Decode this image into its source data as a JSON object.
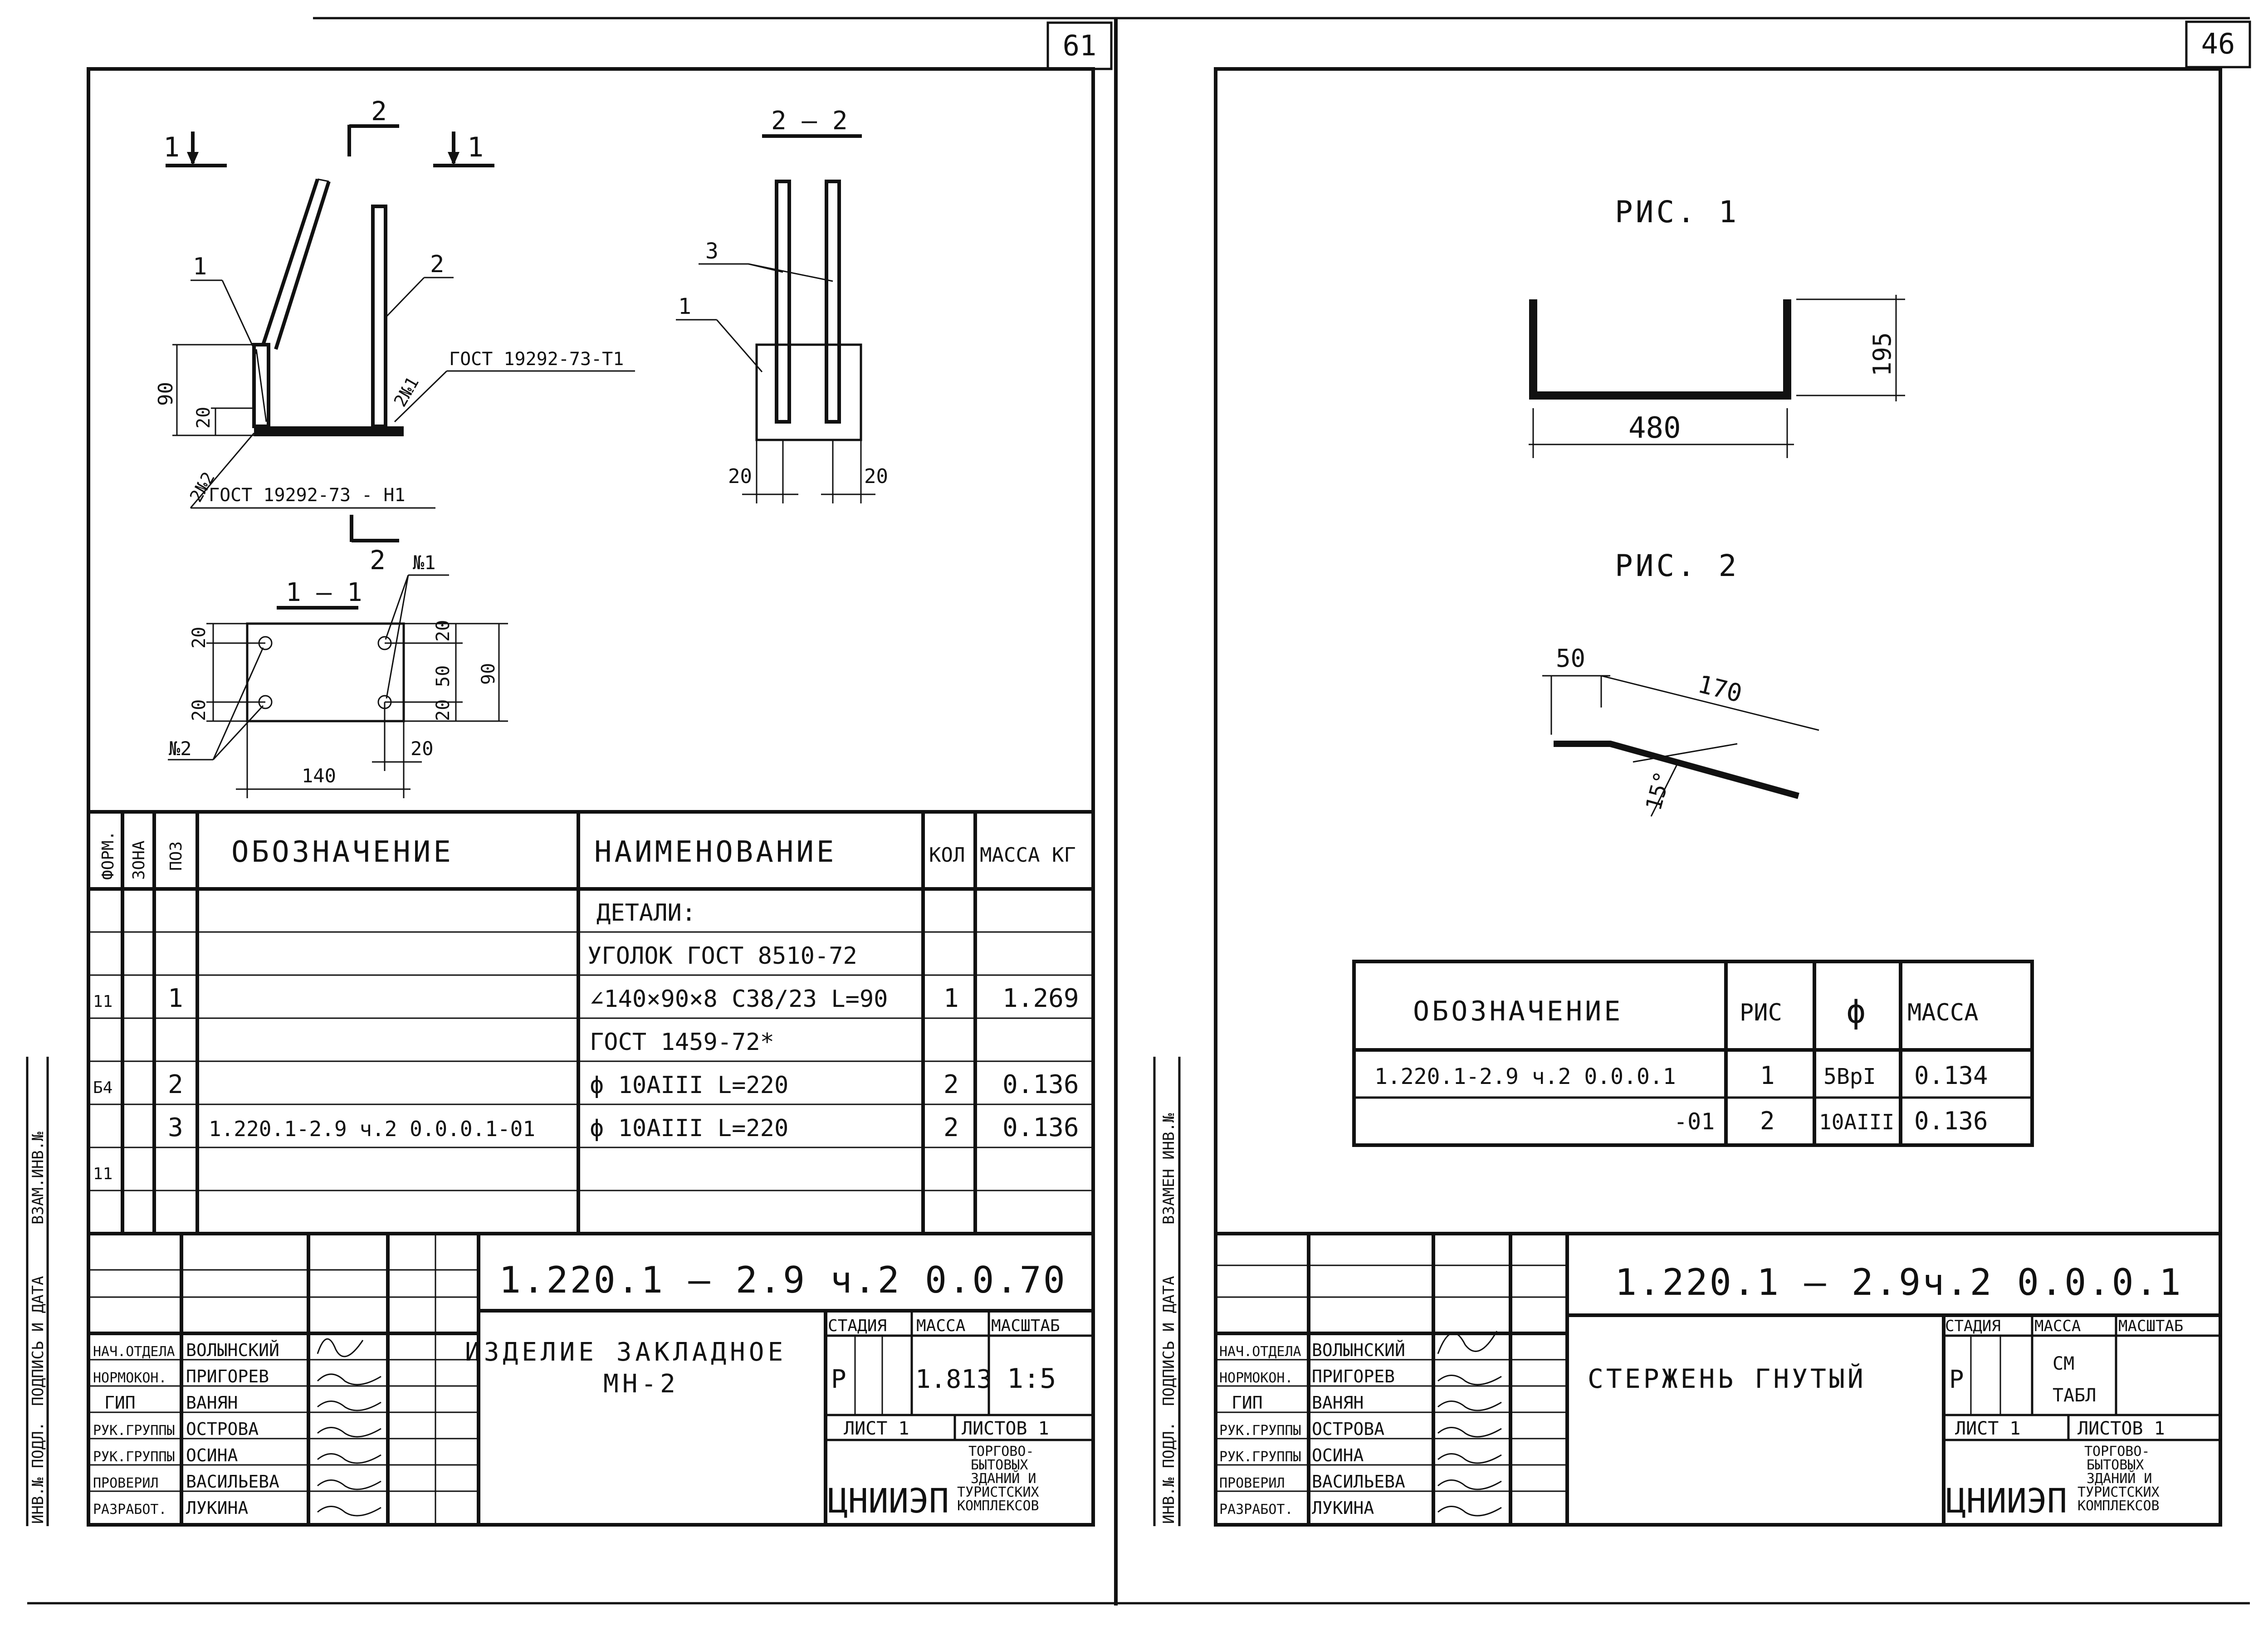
{
  "left_sheet": {
    "sheet_number": "61",
    "section_labels": {
      "cut1_left": "1",
      "cut1_right": "1",
      "cut2_top": "2",
      "cut2_bottom": "2",
      "view_2_2": "2 — 2",
      "view_1_1": "1 — 1"
    },
    "elevation": {
      "pos1": "1",
      "pos2": "2",
      "gost_t1": "ГОСТ 19292-73-Т1",
      "gost_h1": "ГОСТ 19292-73 - Н1",
      "weld1": "2№1",
      "weld2": "2№2",
      "dim_90": "90",
      "dim_20": "20"
    },
    "view_2_2_labels": {
      "pos3": "3",
      "pos1": "1",
      "dim_left": "20",
      "dim_right": "20"
    },
    "view_1_1_labels": {
      "n1": "№1",
      "n2": "№2",
      "dim_20a": "20",
      "dim_20b": "20",
      "dim_20c": "20",
      "dim_50": "50",
      "dim_20d": "20",
      "dim_90": "90",
      "dim_140": "140",
      "dim_20e": "20"
    },
    "spec_table": {
      "headers": {
        "format": "ФОРМ.",
        "zone": "ЗОНА",
        "pos": "ПОЗ",
        "designation": "ОБОЗНАЧЕНИЕ",
        "name": "НАИМЕНОВАНИЕ",
        "qty": "КОЛ",
        "mass": "МАССА КГ"
      },
      "rows": [
        {
          "format": "",
          "pos": "",
          "designation": "",
          "name": "ДЕТАЛИ:",
          "qty": "",
          "mass": ""
        },
        {
          "format": "",
          "pos": "",
          "designation": "",
          "name": "УГОЛОК  ГОСТ  8510-72",
          "qty": "",
          "mass": ""
        },
        {
          "format": "11",
          "pos": "1",
          "designation": "",
          "name": "∠140×90×8  С38/23  L=90",
          "qty": "1",
          "mass": "1.269"
        },
        {
          "format": "",
          "pos": "",
          "designation": "",
          "name": "ГОСТ 1459-72*",
          "qty": "",
          "mass": ""
        },
        {
          "format": "Б4",
          "pos": "2",
          "designation": "",
          "name": "ϕ 10АIII    L=220",
          "qty": "2",
          "mass": "0.136"
        },
        {
          "format": "",
          "pos": "3",
          "designation": "1.220.1-2.9 ч.2    0.0.0.1-01",
          "name": "ϕ 10АIII    L=220",
          "qty": "2",
          "mass": "0.136"
        },
        {
          "format": "11",
          "pos": "",
          "designation": "",
          "name": "",
          "qty": "",
          "mass": ""
        },
        {
          "format": "",
          "pos": "",
          "designation": "",
          "name": "",
          "qty": "",
          "mass": ""
        }
      ]
    },
    "title_block": {
      "code": "1.220.1 – 2.9 ч.2  0.0.70",
      "title_line1": "ИЗДЕЛИЕ  ЗАКЛАДНОЕ",
      "title_line2": "МН-2",
      "stage_h": "СТАДИЯ",
      "mass_h": "МАССА",
      "scale_h": "МАСШТАБ",
      "stage": "Р",
      "mass": "1.813",
      "scale": "1:5",
      "sheet_lbl": "ЛИСТ 1",
      "sheets_lbl": "ЛИСТОВ 1",
      "org": "ЦНИИЭП",
      "org_desc": [
        "ТОРГОВО-",
        "БЫТОВЫХ",
        "ЗДАНИЙ И",
        "ТУРИСТСКИХ",
        "КОМПЛЕКСОВ"
      ],
      "roles": [
        {
          "role": "НАЧ.ОТДЕЛА",
          "name": "ВОЛЫНСКИЙ"
        },
        {
          "role": "НОРМОКОН.",
          "name": "ПРИГОРЕВ"
        },
        {
          "role": "ГИП",
          "name": "ВАНЯН"
        },
        {
          "role": "РУК.ГРУППЫ",
          "name": "ОСТРОВА"
        },
        {
          "role": "РУК.ГРУППЫ",
          "name": "ОСИНА"
        },
        {
          "role": "ПРОВЕРИЛ",
          "name": "ВАСИЛЬЕВА"
        },
        {
          "role": "РАЗРАБОТ.",
          "name": "ЛУКИНА"
        }
      ]
    },
    "margin_labels": [
      "ИНВ.№ ПОДЛ.",
      "ПОДПИСЬ И ДАТА",
      "ВЗАМ.ИНВ.№"
    ]
  },
  "right_sheet": {
    "sheet_number": "46",
    "fig1": {
      "label": "РИС. 1",
      "width": "480",
      "height": "195"
    },
    "fig2": {
      "label": "РИС. 2",
      "dim_a": "50",
      "dim_b": "170",
      "angle": "15°"
    },
    "table": {
      "headers": {
        "designation": "ОБОЗНАЧЕНИЕ",
        "fig": "РИС",
        "dia": "ϕ",
        "mass": "МАССА"
      },
      "rows": [
        {
          "designation": "1.220.1-2.9 ч.2  0.0.0.1",
          "fig": "1",
          "dia": "5ВрI",
          "mass": "0.134"
        },
        {
          "designation": "-01",
          "fig": "2",
          "dia": "10АIII",
          "mass": "0.136"
        }
      ]
    },
    "title_block": {
      "code": "1.220.1 – 2.9ч.2  0.0.0.1",
      "title": "СТЕРЖЕНЬ  ГНУТЫЙ",
      "stage_h": "СТАДИЯ",
      "mass_h": "МАССА",
      "scale_h": "МАСШТАБ",
      "stage": "Р",
      "mass_line1": "СМ",
      "mass_line2": "ТАБЛ",
      "sheet_lbl": "ЛИСТ 1",
      "sheets_lbl": "ЛИСТОВ 1",
      "org": "ЦНИИЭП",
      "org_desc": [
        "ТОРГОВО-",
        "БЫТОВЫХ",
        "ЗДАНИЙ И",
        "ТУРИСТСКИХ",
        "КОМПЛЕКСОВ"
      ],
      "roles": [
        {
          "role": "НАЧ.ОТДЕЛА",
          "name": "ВОЛЫНСКИЙ"
        },
        {
          "role": "НОРМОКОН.",
          "name": "ПРИГОРЕВ"
        },
        {
          "role": "ГИП",
          "name": "ВАНЯН"
        },
        {
          "role": "РУК.ГРУППЫ",
          "name": "ОСТРОВА"
        },
        {
          "role": "РУК.ГРУППЫ",
          "name": "ОСИНА"
        },
        {
          "role": "ПРОВЕРИЛ",
          "name": "ВАСИЛЬЕВА"
        },
        {
          "role": "РАЗРАБОТ.",
          "name": "ЛУКИНА"
        }
      ]
    },
    "margin_labels": [
      "ИНВ.№ ПОДЛ.",
      "ПОДПИСЬ И ДАТА",
      "ВЗАМЕН ИНВ.№"
    ]
  }
}
